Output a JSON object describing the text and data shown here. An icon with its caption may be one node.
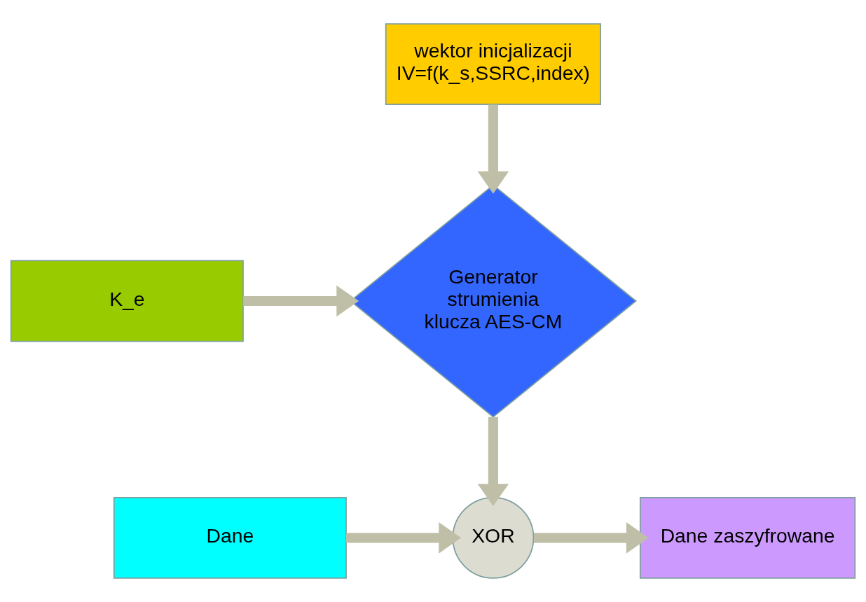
{
  "diagram": {
    "nodes": [
      {
        "text": [
          "wektor inicjalizacji IV=f(k_s,SSRC,index)"
        ]
      },
      {
        "text": [
          "K_e"
        ]
      },
      {
        "text": [
          "Generator strumienia klucza AES-CM"
        ]
      },
      {
        "text": [
          "Dane"
        ]
      },
      {
        "text": [
          "XOR"
        ]
      },
      {
        "text": [
          "Dane zaszyfrowane"
        ]
      }
    ],
    "edges": [
      {
        "from": 0,
        "to": 2,
        "arrow": "to"
      },
      {
        "from": 1,
        "to": 2,
        "arrow": "to"
      },
      {
        "from": 2,
        "to": 4,
        "arrow": "to"
      },
      {
        "from": 3,
        "to": 4,
        "arrow": "to"
      },
      {
        "from": 4,
        "to": 5,
        "arrow": "to"
      }
    ]
  }
}
